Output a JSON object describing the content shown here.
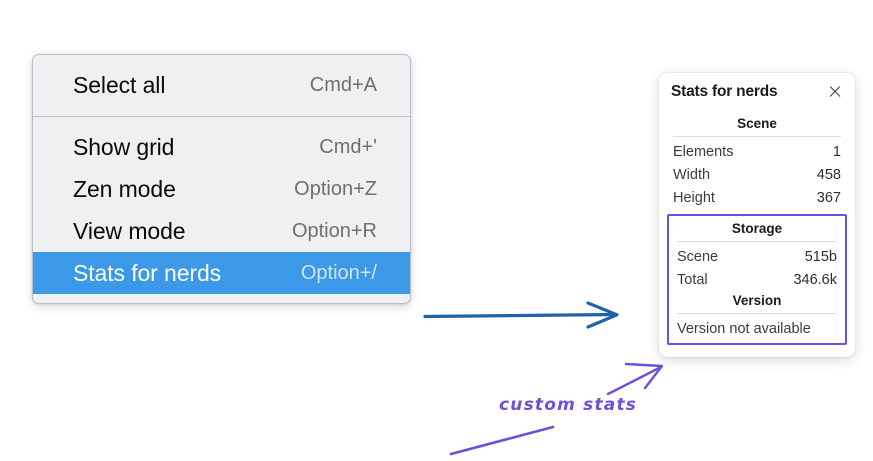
{
  "context_menu": {
    "groups": [
      {
        "items": [
          {
            "label": "Select all",
            "shortcut": "Cmd+A",
            "selected": false
          }
        ]
      },
      {
        "items": [
          {
            "label": "Show grid",
            "shortcut": "Cmd+'",
            "selected": false
          },
          {
            "label": "Zen mode",
            "shortcut": "Option+Z",
            "selected": false
          },
          {
            "label": "View mode",
            "shortcut": "Option+R",
            "selected": false
          },
          {
            "label": "Stats for nerds",
            "shortcut": "Option+/",
            "selected": true
          }
        ]
      }
    ],
    "highlight_color": "#3b99e8",
    "background_color": "#f0f0f2"
  },
  "stats_panel": {
    "title": "Stats for nerds",
    "close_icon": "close-icon",
    "sections": [
      {
        "heading": "Scene",
        "rows": [
          {
            "label": "Elements",
            "value": "1"
          },
          {
            "label": "Width",
            "value": "458"
          },
          {
            "label": "Height",
            "value": "367"
          }
        ]
      },
      {
        "heading": "Storage",
        "rows": [
          {
            "label": "Scene",
            "value": "515b"
          },
          {
            "label": "Total",
            "value": "346.6k"
          }
        ]
      },
      {
        "heading": "Version",
        "full_row": "Version not available"
      }
    ],
    "highlight_border_color": "#6f4fd8"
  },
  "annotations": {
    "text": "custom stats",
    "text_color": "#6f4fd8",
    "blue_arrow_color": "#1f62a8",
    "purple_arrow_color": "#6f4fd8"
  }
}
